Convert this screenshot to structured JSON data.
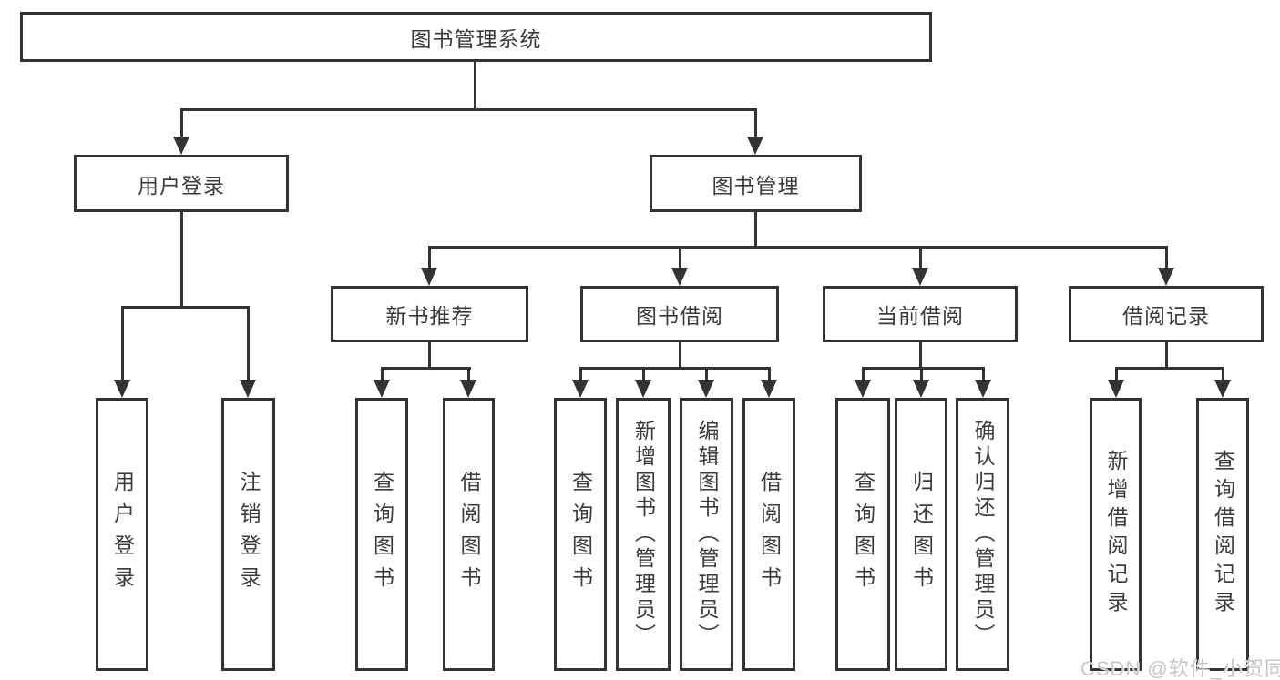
{
  "tree": {
    "label": "图书管理系统",
    "children": [
      {
        "label": "用户登录",
        "children": [
          {
            "label": "用户登录"
          },
          {
            "label": "注销登录"
          }
        ]
      },
      {
        "label": "图书管理",
        "children": [
          {
            "label": "新书推荐",
            "children": [
              {
                "label": "查询图书"
              },
              {
                "label": "借阅图书"
              }
            ]
          },
          {
            "label": "图书借阅",
            "children": [
              {
                "label": "查询图书"
              },
              {
                "label": "新增图书（管理员）"
              },
              {
                "label": "编辑图书（管理员）"
              },
              {
                "label": "借阅图书"
              }
            ]
          },
          {
            "label": "当前借阅",
            "children": [
              {
                "label": "查询图书"
              },
              {
                "label": "归还图书"
              },
              {
                "label": "确认归还（管理员）"
              }
            ]
          },
          {
            "label": "借阅记录",
            "children": [
              {
                "label": "新增借阅记录"
              },
              {
                "label": "查询借阅记录"
              }
            ]
          }
        ]
      }
    ]
  },
  "watermark": "CSDN @软件_小贺同学",
  "colors": {
    "line": "#333333",
    "text": "#3b3b3b",
    "background": "#ffffff",
    "watermark": "#c6c6c6"
  }
}
